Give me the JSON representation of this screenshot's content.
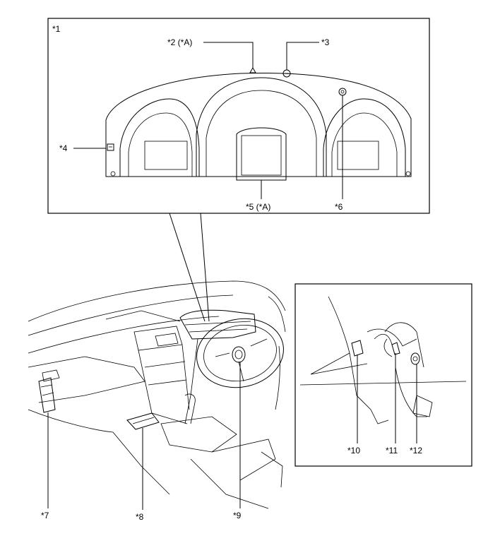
{
  "labels": {
    "l1": "*1",
    "l2": "*2 (*A)",
    "l3": "*3",
    "l4": "*4",
    "l5": "*5 (*A)",
    "l6": "*6",
    "l7": "*7",
    "l8": "*8",
    "l9": "*9",
    "l10": "*10",
    "l11": "*11",
    "l12": "*12"
  }
}
